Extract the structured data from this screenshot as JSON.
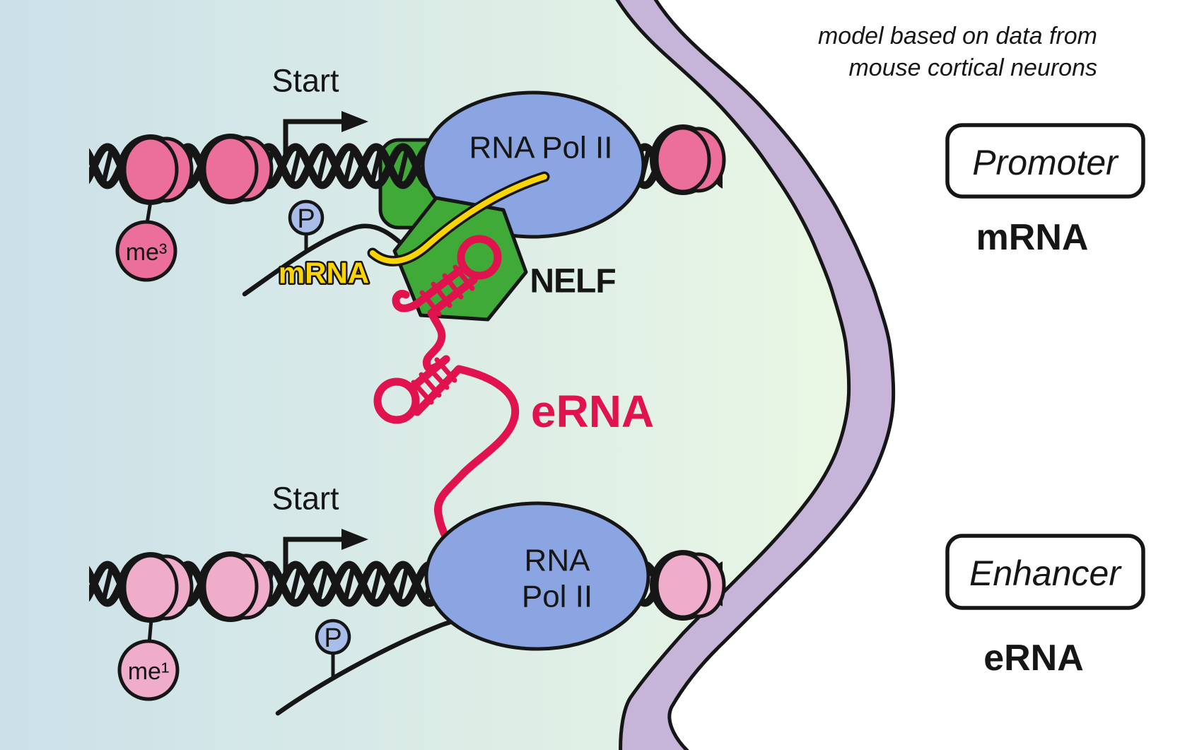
{
  "note": {
    "line1": "model based on data from",
    "line2": "mouse cortical neurons"
  },
  "promoter_region": {
    "start_label": "Start",
    "histone_mark": "me³",
    "phosphorylation_mark": "P",
    "polymerase_label": "RNA Pol II",
    "nelf_label": "NELF",
    "transcript_label": "mRNA"
  },
  "enhancer_region": {
    "start_label": "Start",
    "histone_mark": "me¹",
    "phosphorylation_mark": "P",
    "polymerase_label_line1": "RNA",
    "polymerase_label_line2": "Pol II",
    "transcript_label": "eRNA"
  },
  "legend": {
    "promoter_box_label": "Promoter",
    "promoter_rna_label": "mRNA",
    "enhancer_box_label": "Enhancer",
    "enhancer_rna_label": "eRNA"
  },
  "colors": {
    "background": "#ffffff",
    "nucleus_gradient_left": "#cbe0e9",
    "nucleus_gradient_right": "#ebf8e4",
    "nuclear_membrane": "#c7b5d9",
    "outline": "#161616",
    "dna": "#161616",
    "nucleosome_promoter": "#ec6f9b",
    "nucleosome_enhancer": "#f0accb",
    "phosphate": "#a9bdeb",
    "rna_pol_ii": "#8ba5e3",
    "nelf": "#3faa38",
    "mrna": "#fbd503",
    "erna": "#e0134e"
  }
}
